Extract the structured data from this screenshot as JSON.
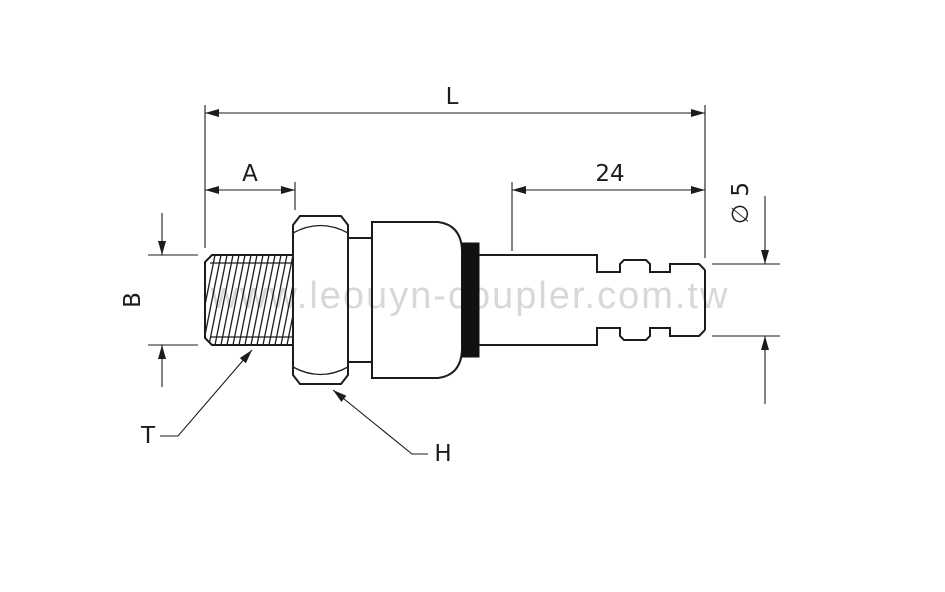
{
  "watermark": "www.leouyn-coupler.com.tw",
  "labels": {
    "overall_length": "L",
    "thread_length": "A",
    "plug_depth": "24",
    "tip_diameter": "∅ 5",
    "thread_diameter": "B",
    "thread_callout": "T",
    "hex_callout": "H"
  },
  "colors": {
    "line": "#1c1c1c",
    "watermark": "#d8d8d8",
    "background": "#ffffff",
    "seal_band": "#111111"
  }
}
